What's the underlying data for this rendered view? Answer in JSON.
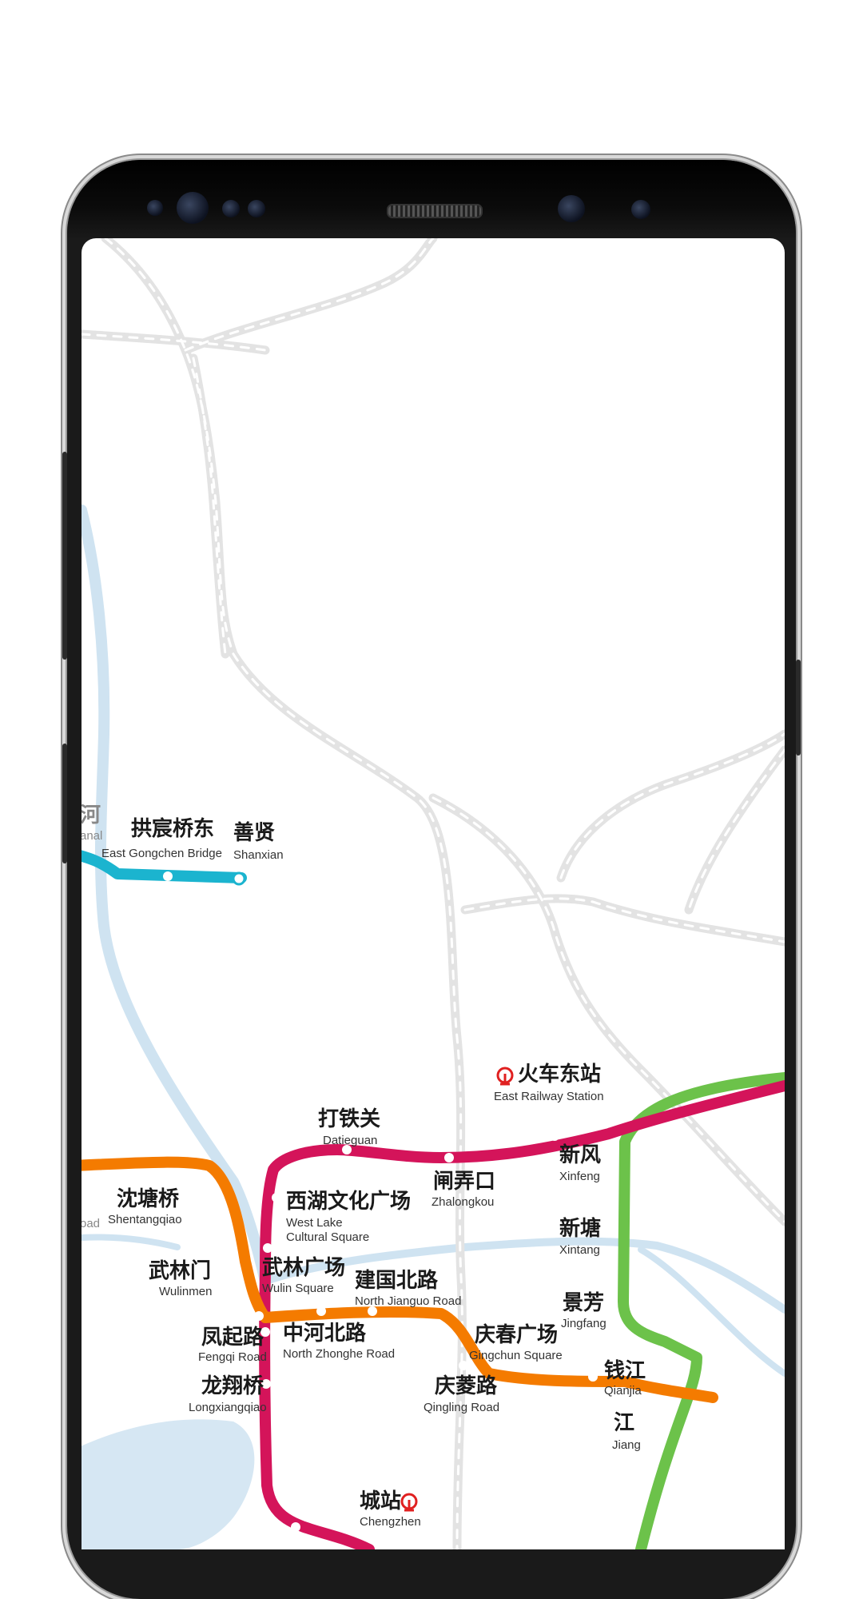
{
  "stations": {
    "yunhe_cn": "河",
    "yunhe_en": "anal",
    "gongchen_cn": "拱宸桥东",
    "gongchen_en": "East Gongchen Bridge",
    "shanxian_cn": "善贤",
    "shanxian_en": "Shanxian",
    "huochedong_cn": "火车东站",
    "huochedong_en": "East Railway Station",
    "datieguan_cn": "打铁关",
    "datieguan_en": "Datieguan",
    "xinfeng_cn": "新风",
    "xinfeng_en": "Xinfeng",
    "zhalongkou_cn": "闸弄口",
    "zhalongkou_en": "Zhalongkou",
    "shentangqiao_cn": "沈塘桥",
    "shentangqiao_en": "Shentangqiao",
    "xihu_cn": "西湖文化广场",
    "xihu_en1": "West Lake",
    "xihu_en2": "Cultural Square",
    "xintang_cn": "新塘",
    "xintang_en": "Xintang",
    "wulinmen_cn": "武林门",
    "wulinmen_en": "Wulinmen",
    "wulin_cn": "武林广场",
    "wulin_en": "Wulin Square",
    "jianguo_cn": "建国北路",
    "jianguo_en": "North Jianguo Road",
    "jingfang_cn": "景芳",
    "jingfang_en": "Jingfang",
    "fengqi_cn": "凤起路",
    "fengqi_en": "Fengqi Road",
    "zhonghe_cn": "中河北路",
    "zhonghe_en": "North Zhonghe Road",
    "qingchun_cn": "庆春广场",
    "qingchun_en": "Gingchun Square",
    "qianjiang_cn": "钱江",
    "qianjiang_en": "Qianjia",
    "longxiangqiao_cn": "龙翔桥",
    "longxiangqiao_en": "Longxiangqiao",
    "qingling_cn": "庆菱路",
    "qingling_en": "Qingling Road",
    "jiang_cn": "江",
    "jiang_en": "Jiang",
    "chengzhan_cn": "城站",
    "chengzhan_en": "Chengzhen",
    "left_cut_cn": "",
    "left_cut_en": "oad"
  },
  "colors": {
    "line1_red": "#d4145a",
    "line2_orange": "#f47b00",
    "line4_green": "#6cc24a",
    "line5_cyan": "#1bb4cf",
    "river": "#cfe3f1",
    "rail": "#e3e3e3",
    "rail_logo": "#e02020"
  }
}
